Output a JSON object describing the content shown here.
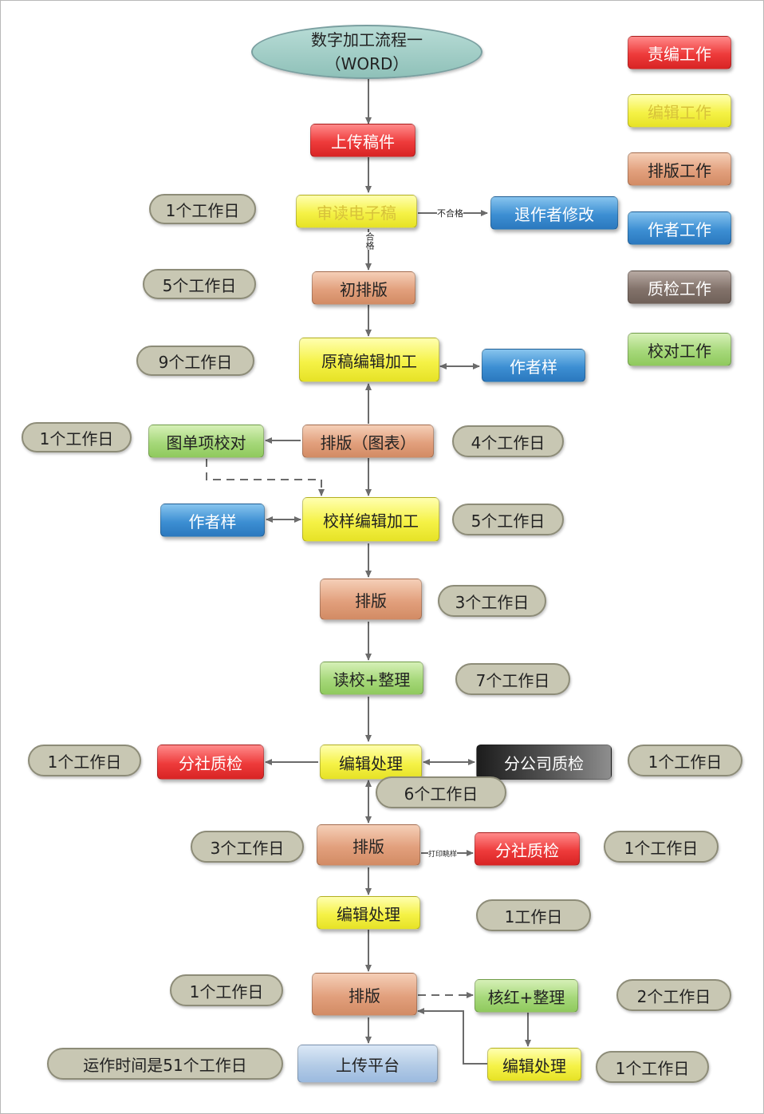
{
  "start": {
    "line1": "数字加工流程一",
    "line2": "（WORD）"
  },
  "legend": [
    "责编工作",
    "编辑工作",
    "排版工作",
    "作者工作",
    "质检工作",
    "校对工作"
  ],
  "steps": {
    "upload_manuscript": "上传稿件",
    "review_electronic": "审读电子稿",
    "return_author": "退作者修改",
    "first_typeset": "初排版",
    "manuscript_edit": "原稿编辑加工",
    "author_proof_1": "作者样",
    "typeset_figures": "排版（图表）",
    "figure_proofread": "图单项校对",
    "author_proof_2": "作者样",
    "proof_edit": "校样编辑加工",
    "typeset_2": "排版",
    "read_proof": "读校+整理",
    "edit_process_1": "编辑处理",
    "branch_qc_1": "分社质检",
    "company_qc": "分公司质检",
    "typeset_3": "排版",
    "branch_qc_2": "分社质检",
    "edit_process_2": "编辑处理",
    "typeset_4": "排版",
    "check_red": "核红+整理",
    "edit_process_3": "编辑处理",
    "upload_platform": "上传平台"
  },
  "edge_labels": {
    "fail": "不合格",
    "pass": "合格",
    "print_proof": "打印眺样"
  },
  "durations": {
    "d_review": "1个工作日",
    "d_first_typeset": "5个工作日",
    "d_manuscript_edit": "9个工作日",
    "d_figure_proofread": "1个工作日",
    "d_typeset_figures": "4个工作日",
    "d_proof_edit": "5个工作日",
    "d_typeset_2": "3个工作日",
    "d_read_proof": "7个工作日",
    "d_branch_qc_1": "1个工作日",
    "d_company_qc": "1个工作日",
    "d_edit_process_1": "6个工作日",
    "d_typeset_3": "3个工作日",
    "d_branch_qc_2": "1个工作日",
    "d_edit_process_2": "1工作日",
    "d_typeset_4": "1个工作日",
    "d_check_red": "2个工作日",
    "d_edit_process_3": "1个工作日",
    "d_total": "运作时间是51个工作日"
  }
}
